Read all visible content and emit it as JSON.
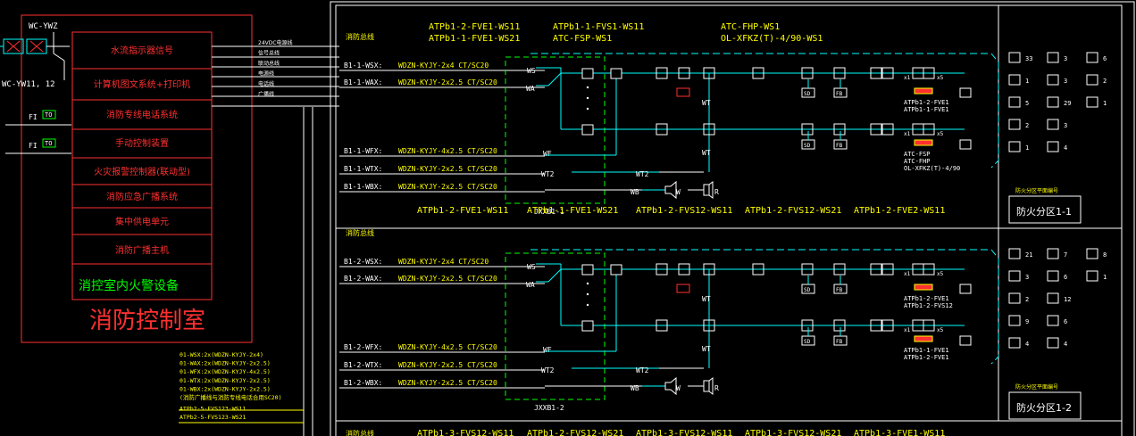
{
  "room": {
    "tag_top": "WC-YWZ",
    "tag_left": "WC-YW11, 12",
    "fi_label": "FI",
    "to_label": "TO",
    "equipment": [
      "水流指示器信号",
      "计算机图文系统+打印机",
      "消防专线电话系统",
      "手动控制装置",
      "火灾报警控制器(联动型)",
      "消防应急广播系统",
      "集中供电单元",
      "消防广播主机"
    ],
    "inner_caption": "消控室内火警设备",
    "room_title": "消防控制室",
    "bus_labels": [
      "24VDC电源线",
      "信号总线",
      "联动总线",
      "电源线",
      "电话线",
      "广播线"
    ]
  },
  "legend_lines": [
    "01-WSX:2x(WDZN-KYJY-2x4)",
    "01-WAX:2x(WDZN-KYJY-2x2.5)",
    "01-WFX:2x(WDZN-KYJY-4x2.5)",
    "01-WTX:2x(WDZN-KYJY-2x2.5)",
    "01-WBX:2x(WDZN-KYJY-2x2.5)",
    "(消防广播线与消防专线电话合用SC20)",
    "ATPb2-5-FVS123-WS11",
    "ATPb2-5-FVS123-WS21"
  ],
  "sections": [
    {
      "bus_label": "消防总线",
      "header_top": [
        "ATPb1-2-FVE1-WS11",
        "ATPb1-1-FVS1-WS11",
        "ATC-FHP-WS1"
      ],
      "header_bottom": [
        "ATPb1-1-FVE1-WS21",
        "ATC-FSP-WS1",
        "OL-XFKZ(T)-4/90-WS1"
      ],
      "lines": [
        {
          "id": "B1-1-WSX:",
          "cable": "WDZN-KYJY-2x4  CT/SC20",
          "tag": "WS"
        },
        {
          "id": "B1-1-WAX:",
          "cable": "WDZN-KYJY-2x2.5 CT/SC20",
          "tag": "WA"
        },
        {
          "id": "B1-1-WFX:",
          "cable": "WDZN-KYJY-4x2.5 CT/SC20",
          "tag": "WF"
        },
        {
          "id": "B1-1-WTX:",
          "cable": "WDZN-KYJY-2x2.5 CT/SC20",
          "tag": "WT2"
        },
        {
          "id": "B1-1-WBX:",
          "cable": "WDZN-KYJY-2x2.5 CT/SC20",
          "tag": "WB"
        }
      ],
      "wt2_label": "WT2",
      "wt_label": "WT",
      "w_label": "W",
      "r_label": "R",
      "jx": "JXXB1-1",
      "sd": "SD",
      "fb": "FB",
      "x1": "x1",
      "x5": "x5",
      "dev_top": [
        "ATPb1-2-FVE1",
        "ATPb1-1-FVE1"
      ],
      "dev_bottom": [
        "ATC-FSP",
        "ATC-FHP",
        "OL-XFKZ(T)-4/90"
      ],
      "counts": [
        [
          "33",
          "3",
          "6"
        ],
        [
          "1",
          "3",
          "2"
        ],
        [
          "5",
          "29",
          "1"
        ],
        [
          "2",
          "3",
          ""
        ],
        [
          "1",
          "4",
          ""
        ]
      ],
      "zone_small": "防火分区平面编号",
      "zone": "防火分区1-1"
    },
    {
      "bus_label": "消防总线",
      "header_top": [
        "ATPb1-2-FVE1-WS11",
        "ATPb1-1-FVE1-WS21",
        "ATPb1-2-FVS12-WS11",
        "ATPb1-2-FVS12-WS21",
        "ATPb1-2-FVE2-WS11"
      ],
      "header_bottom": [],
      "lines": [
        {
          "id": "B1-2-WSX:",
          "cable": "WDZN-KYJY-2x4  CT/SC20",
          "tag": "WS"
        },
        {
          "id": "B1-2-WAX:",
          "cable": "WDZN-KYJY-2x2.5 CT/SC20",
          "tag": "WA"
        },
        {
          "id": "B1-2-WFX:",
          "cable": "WDZN-KYJY-4x2.5 CT/SC20",
          "tag": "WF"
        },
        {
          "id": "B1-2-WTX:",
          "cable": "WDZN-KYJY-2x2.5 CT/SC20",
          "tag": "WT2"
        },
        {
          "id": "B1-2-WBX:",
          "cable": "WDZN-KYJY-2x2.5 CT/SC20",
          "tag": "WB"
        }
      ],
      "wt2_label": "WT2",
      "wt_label": "WT",
      "w_label": "W",
      "r_label": "R",
      "jx": "JXXB1-2",
      "sd": "SD",
      "fb": "FB",
      "x1": "x1",
      "x5": "x5",
      "dev_top": [
        "ATPb1-2-FVE1",
        "ATPb1-2-FVS12"
      ],
      "dev_bottom": [
        "ATPb1-1-FVE1",
        "ATPb1-2-FVE1"
      ],
      "counts": [
        [
          "21",
          "7",
          "8"
        ],
        [
          "3",
          "6",
          "1"
        ],
        [
          "2",
          "12",
          ""
        ],
        [
          "9",
          "6",
          ""
        ],
        [
          "4",
          "4",
          ""
        ]
      ],
      "zone_small": "防火分区平面编号",
      "zone": "防火分区1-2"
    }
  ],
  "footer_partial": [
    "ATPb1-3-FVS12-WS11",
    "ATPb1-2-FVS12-WS21",
    "ATPb1-3-FVS12-WS11",
    "ATPb1-3-FVS12-WS21",
    "ATPb1-3-FVE1-WS11"
  ],
  "colors": {
    "background": "#000000",
    "frame": "#ffffff",
    "room": "#ff3030",
    "yellow": "#ffff00",
    "cyan": "#00ffff",
    "green": "#00ff00",
    "red": "#ff3030"
  }
}
